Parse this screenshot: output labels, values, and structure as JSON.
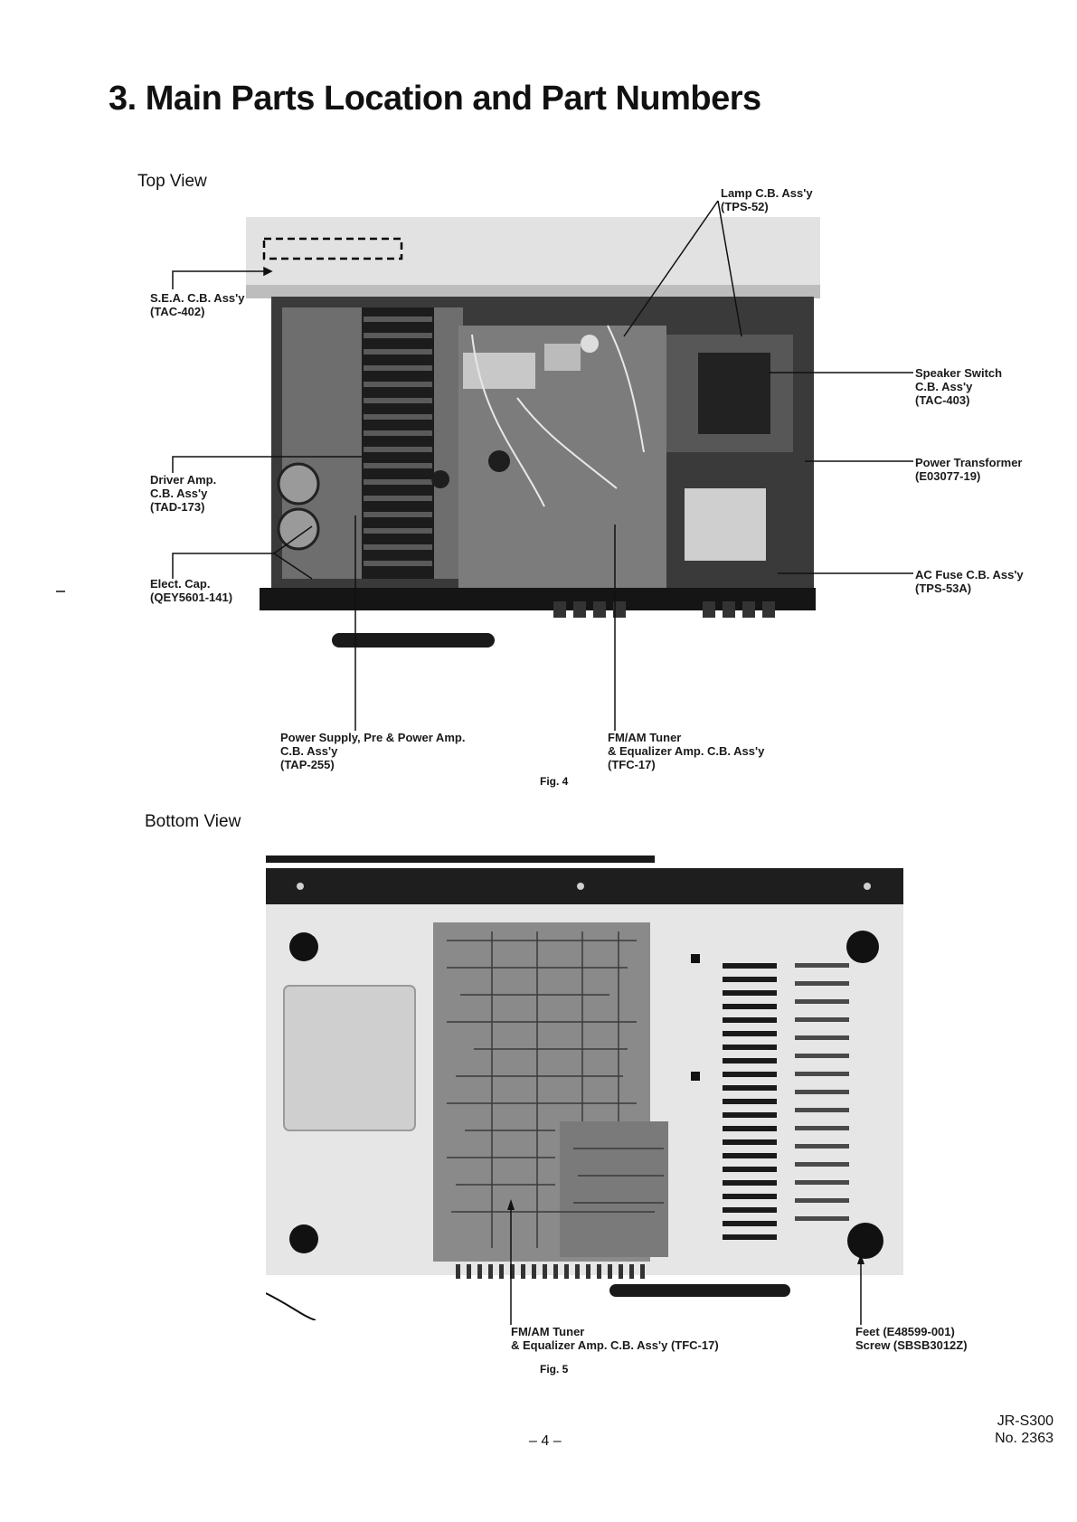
{
  "page": {
    "title": "3. Main Parts Location and Part Numbers",
    "page_number": "– 4 –",
    "model": "JR-S300",
    "doc_number": "No. 2363"
  },
  "top_view": {
    "heading": "Top View",
    "figure_caption": "Fig. 4",
    "callouts": {
      "lamp_cb": [
        "Lamp C.B. Ass'y",
        "(TPS-52)"
      ],
      "sea_cb": [
        "S.E.A. C.B. Ass'y",
        "(TAC-402)"
      ],
      "driver_amp": [
        "Driver Amp.",
        "C.B. Ass'y",
        "(TAD-173)"
      ],
      "elect_cap": [
        "Elect. Cap.",
        "(QEY5601-141)"
      ],
      "speaker_switch": [
        "Speaker Switch",
        "C.B. Ass'y",
        "(TAC-403)"
      ],
      "power_transformer": [
        "Power Transformer",
        "(E03077-19)"
      ],
      "ac_fuse": [
        "AC Fuse C.B. Ass'y",
        "(TPS-53A)"
      ],
      "power_supply": [
        "Power Supply, Pre & Power Amp.",
        "C.B. Ass'y",
        "(TAP-255)"
      ],
      "tuner": [
        "FM/AM Tuner",
        "& Equalizer Amp. C.B. Ass'y",
        "(TFC-17)"
      ]
    }
  },
  "bottom_view": {
    "heading": "Bottom View",
    "figure_caption": "Fig. 5",
    "callouts": {
      "tuner": [
        "FM/AM Tuner",
        "& Equalizer Amp. C.B. Ass'y (TFC-17)"
      ],
      "feet": [
        "Feet (E48599-001)",
        "Screw (SBSB3012Z)"
      ]
    }
  },
  "colors": {
    "ink": "#111111",
    "photo_dark": "#2a2a2a",
    "photo_mid": "#8a8a8a",
    "photo_light": "#d8d8d8"
  }
}
